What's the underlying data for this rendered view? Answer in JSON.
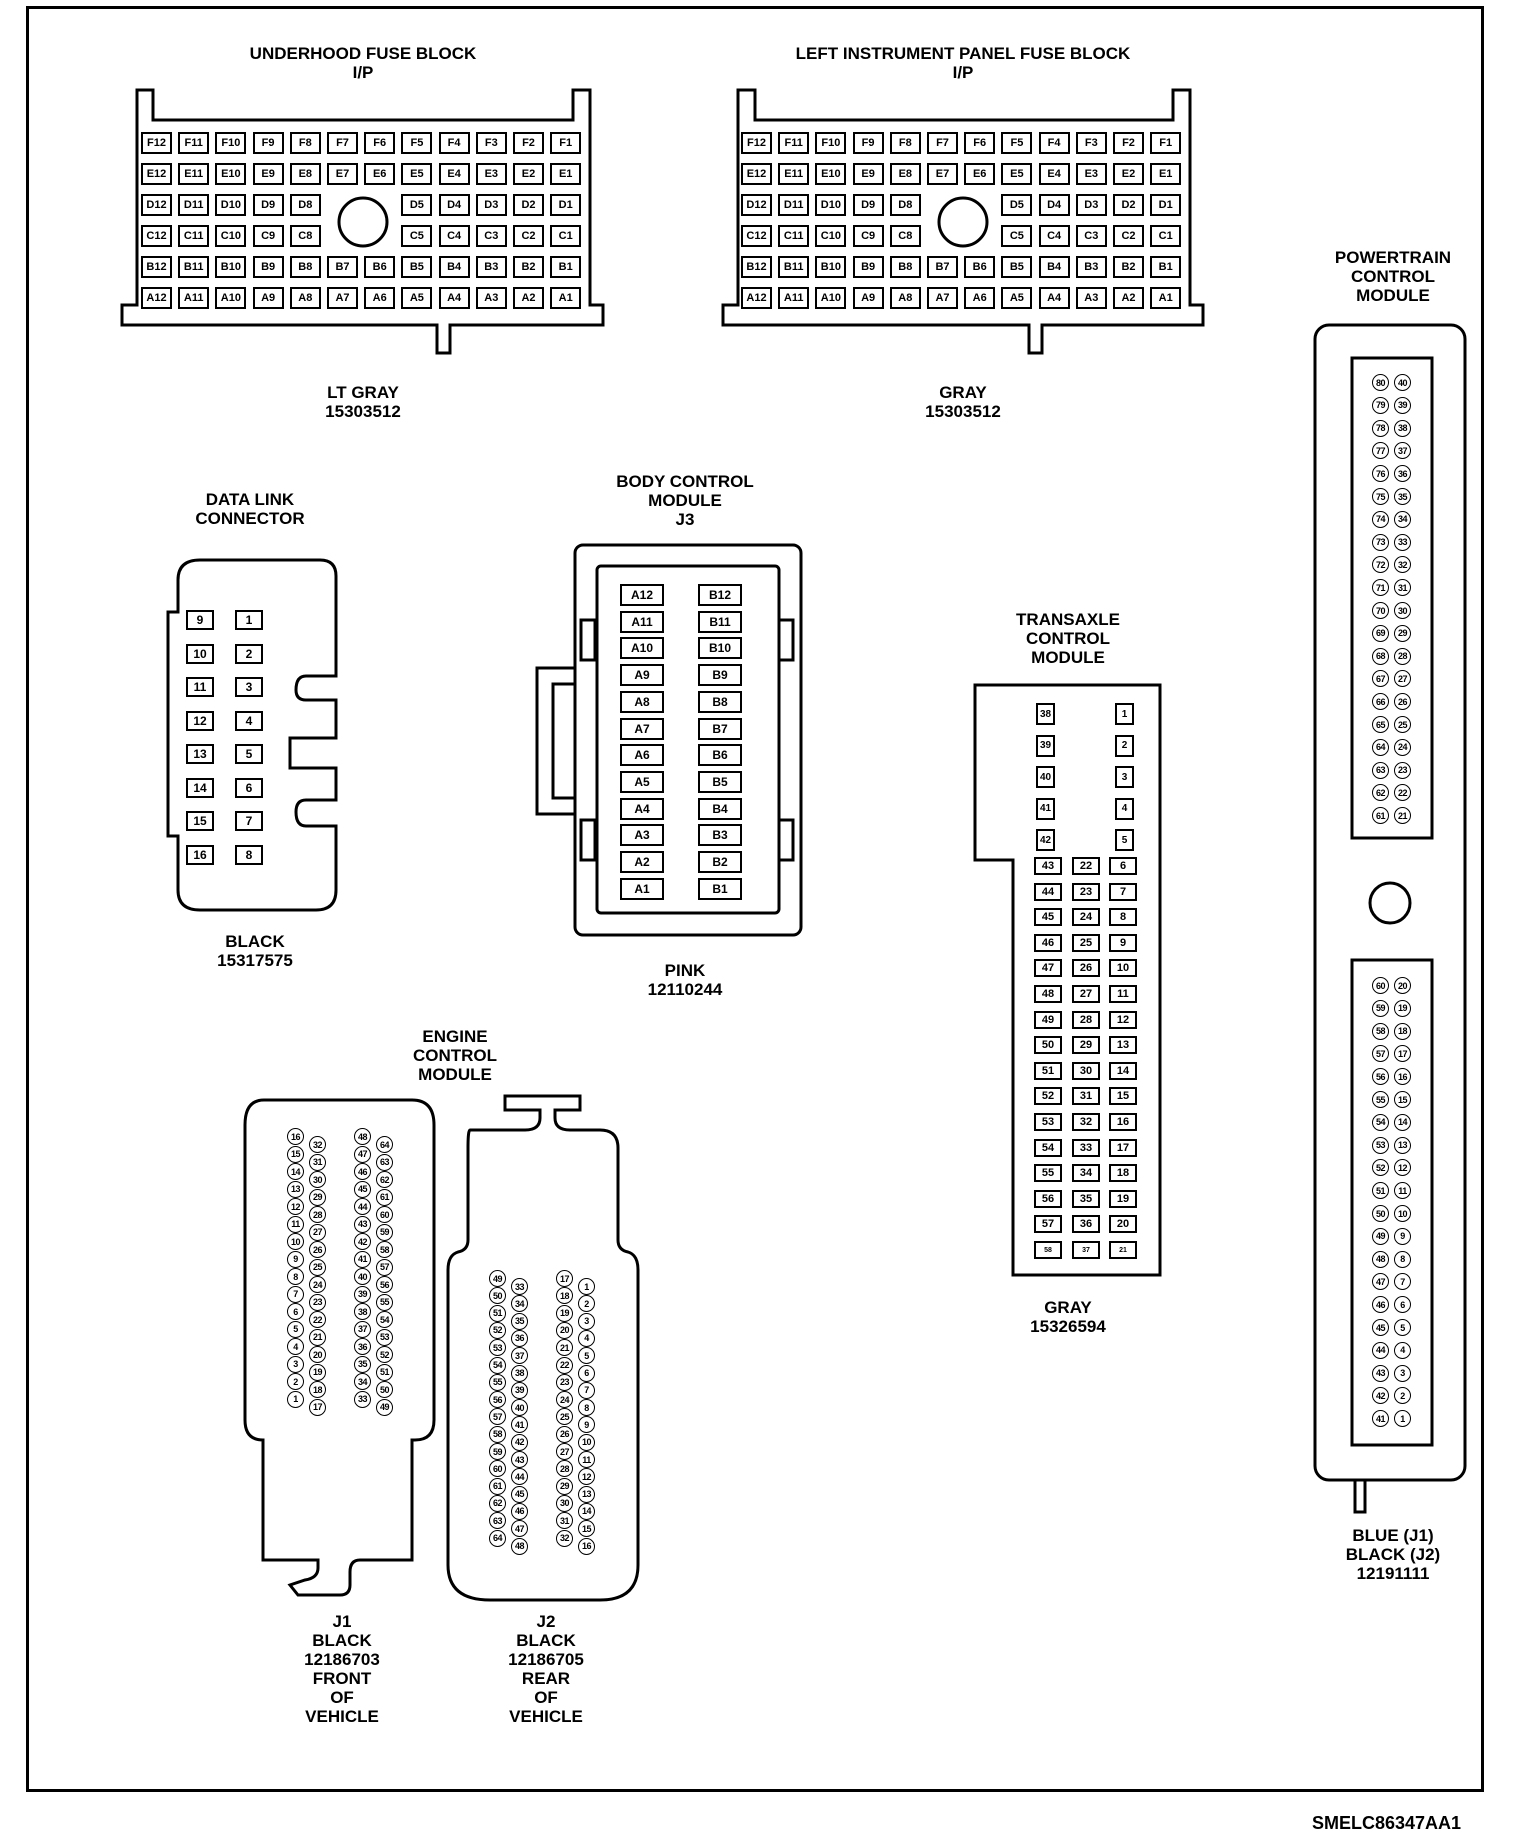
{
  "doc_id": "SMELC86347AA1",
  "fuse_row_labels": [
    [
      "F12",
      "F11",
      "F10",
      "F9",
      "F8",
      "F7",
      "F6",
      "F5",
      "F4",
      "F3",
      "F2",
      "F1"
    ],
    [
      "E12",
      "E11",
      "E10",
      "E9",
      "E8",
      "E7",
      "E6",
      "E5",
      "E4",
      "E3",
      "E2",
      "E1"
    ],
    [
      "D12",
      "D11",
      "D10",
      "D9",
      "D8",
      "",
      "",
      "D5",
      "D4",
      "D3",
      "D2",
      "D1"
    ],
    [
      "C12",
      "C11",
      "C10",
      "C9",
      "C8",
      "",
      "",
      "C5",
      "C4",
      "C3",
      "C2",
      "C1"
    ],
    [
      "B12",
      "B11",
      "B10",
      "B9",
      "B8",
      "B7",
      "B6",
      "B5",
      "B4",
      "B3",
      "B2",
      "B1"
    ],
    [
      "A12",
      "A11",
      "A10",
      "A9",
      "A8",
      "A7",
      "A6",
      "A5",
      "A4",
      "A3",
      "A2",
      "A1"
    ]
  ],
  "underhood": {
    "title": "UNDERHOOD FUSE BLOCK",
    "subtitle": "I/P",
    "color": "LT GRAY",
    "part": "15303512"
  },
  "left_ip": {
    "title": "LEFT INSTRUMENT PANEL FUSE BLOCK",
    "subtitle": "I/P",
    "color": "GRAY",
    "part": "15303512"
  },
  "dlc": {
    "title1": "DATA LINK",
    "title2": "CONNECTOR",
    "color": "BLACK",
    "part": "15317575",
    "left": [
      "9",
      "10",
      "11",
      "12",
      "13",
      "14",
      "15",
      "16"
    ],
    "right": [
      "1",
      "2",
      "3",
      "4",
      "5",
      "6",
      "7",
      "8"
    ]
  },
  "bcm": {
    "title1": "BODY CONTROL",
    "title2": "MODULE",
    "title3": "J3",
    "color": "PINK",
    "part": "12110244",
    "left": [
      "A12",
      "A11",
      "A10",
      "A9",
      "A8",
      "A7",
      "A6",
      "A5",
      "A4",
      "A3",
      "A2",
      "A1"
    ],
    "right": [
      "B12",
      "B11",
      "B10",
      "B9",
      "B8",
      "B7",
      "B6",
      "B5",
      "B4",
      "B3",
      "B2",
      "B1"
    ]
  },
  "tcm": {
    "title1": "TRANSAXLE",
    "title2": "CONTROL",
    "title3": "MODULE",
    "color": "GRAY",
    "part": "15326594",
    "top_left": [
      "38",
      "39",
      "40",
      "41",
      "42"
    ],
    "top_right": [
      "1",
      "2",
      "3",
      "4",
      "5"
    ],
    "col_a": [
      "43",
      "44",
      "45",
      "46",
      "47",
      "48",
      "49",
      "50",
      "51",
      "52",
      "53",
      "54",
      "55",
      "56",
      "57",
      "58"
    ],
    "col_b": [
      "22",
      "23",
      "24",
      "25",
      "26",
      "27",
      "28",
      "29",
      "30",
      "31",
      "32",
      "33",
      "34",
      "35",
      "36",
      "37"
    ],
    "col_c": [
      "6",
      "7",
      "8",
      "9",
      "10",
      "11",
      "12",
      "13",
      "14",
      "15",
      "16",
      "17",
      "18",
      "19",
      "20",
      "21"
    ]
  },
  "ecm": {
    "title1": "ENGINE",
    "title2": "CONTROL",
    "title3": "MODULE",
    "j1": {
      "l1": "J1",
      "l2": "BLACK",
      "l3": "12186703",
      "l4": "FRONT",
      "l5": "OF",
      "l6": "VEHICLE",
      "c1": [
        "16",
        "15",
        "14",
        "13",
        "12",
        "11",
        "10",
        "9",
        "8",
        "7",
        "6",
        "5",
        "4",
        "3",
        "2",
        "1"
      ],
      "c2": [
        "32",
        "31",
        "30",
        "29",
        "28",
        "27",
        "26",
        "25",
        "24",
        "23",
        "22",
        "21",
        "20",
        "19",
        "18",
        "17"
      ],
      "c3": [
        "48",
        "47",
        "46",
        "45",
        "44",
        "43",
        "42",
        "41",
        "40",
        "39",
        "38",
        "37",
        "36",
        "35",
        "34",
        "33"
      ],
      "c4": [
        "64",
        "63",
        "62",
        "61",
        "60",
        "59",
        "58",
        "57",
        "56",
        "55",
        "54",
        "53",
        "52",
        "51",
        "50",
        "49"
      ]
    },
    "j2": {
      "l1": "J2",
      "l2": "BLACK",
      "l3": "12186705",
      "l4": "REAR",
      "l5": "OF",
      "l6": "VEHICLE",
      "c1": [
        "49",
        "50",
        "51",
        "52",
        "53",
        "54",
        "55",
        "56",
        "57",
        "58",
        "59",
        "60",
        "61",
        "62",
        "63",
        "64"
      ],
      "c2": [
        "33",
        "34",
        "35",
        "36",
        "37",
        "38",
        "39",
        "40",
        "41",
        "42",
        "43",
        "44",
        "45",
        "46",
        "47",
        "48"
      ],
      "c3": [
        "17",
        "18",
        "19",
        "20",
        "21",
        "22",
        "23",
        "24",
        "25",
        "26",
        "27",
        "28",
        "29",
        "30",
        "31",
        "32"
      ],
      "c4": [
        "1",
        "2",
        "3",
        "4",
        "5",
        "6",
        "7",
        "8",
        "9",
        "10",
        "11",
        "12",
        "13",
        "14",
        "15",
        "16"
      ]
    }
  },
  "pcm": {
    "title1": "POWERTRAIN",
    "title2": "CONTROL",
    "title3": "MODULE",
    "l1": "BLUE (J1)",
    "l2": "BLACK (J2)",
    "l3": "12191111",
    "upper_l": [
      "80",
      "79",
      "78",
      "77",
      "76",
      "75",
      "74",
      "73",
      "72",
      "71",
      "70",
      "69",
      "68",
      "67",
      "66",
      "65",
      "64",
      "63",
      "62",
      "61"
    ],
    "upper_r": [
      "40",
      "39",
      "38",
      "37",
      "36",
      "35",
      "34",
      "33",
      "32",
      "31",
      "30",
      "29",
      "28",
      "27",
      "26",
      "25",
      "24",
      "23",
      "22",
      "21"
    ],
    "lower_l": [
      "60",
      "59",
      "58",
      "57",
      "56",
      "55",
      "54",
      "53",
      "52",
      "51",
      "50",
      "49",
      "48",
      "47",
      "46",
      "45",
      "44",
      "43",
      "42",
      "41"
    ],
    "lower_r": [
      "20",
      "19",
      "18",
      "17",
      "16",
      "15",
      "14",
      "13",
      "12",
      "11",
      "10",
      "9",
      "8",
      "7",
      "6",
      "5",
      "4",
      "3",
      "2",
      "1"
    ]
  }
}
